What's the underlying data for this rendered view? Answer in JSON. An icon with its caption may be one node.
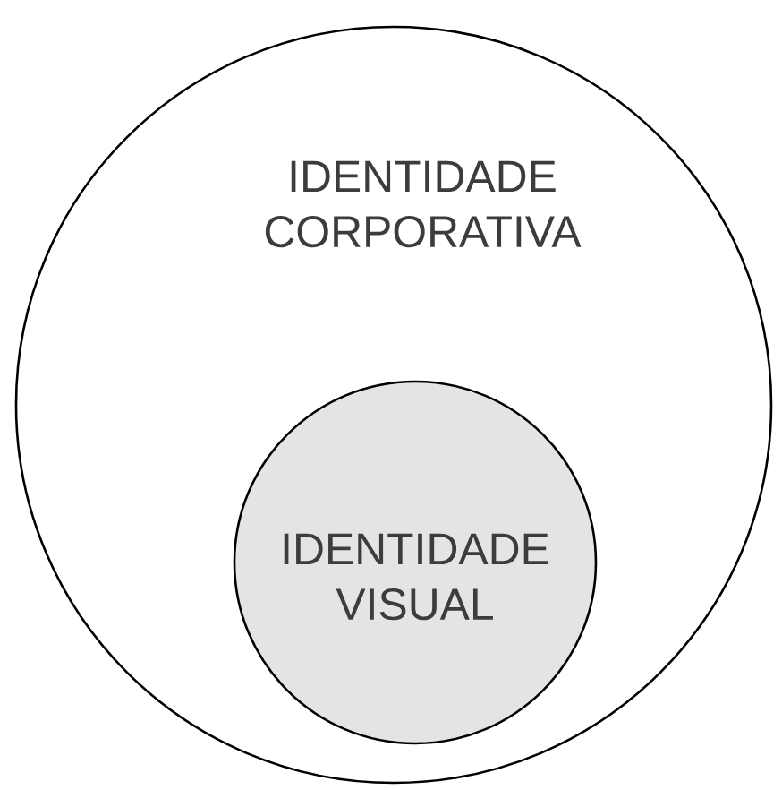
{
  "diagram": {
    "nodes": [
      {
        "text": [
          "IDENTIDADE CORPORATIVA"
        ]
      },
      {
        "text": [
          "IDENTIDADE VISUAL"
        ],
        "in": 0
      }
    ]
  }
}
